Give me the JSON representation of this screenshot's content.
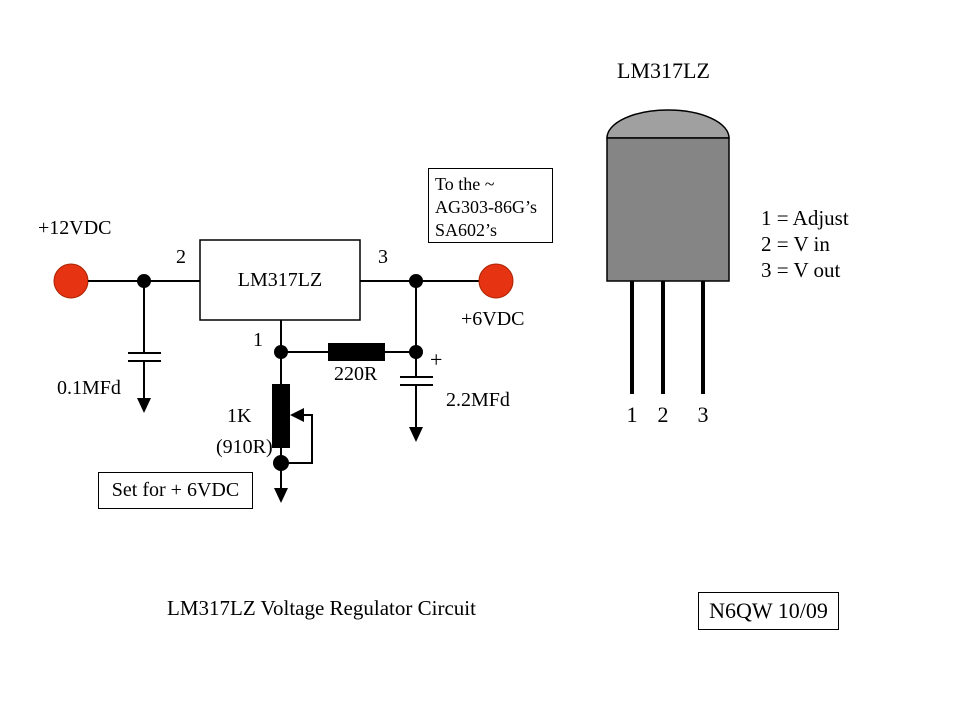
{
  "colors": {
    "terminal_red": "#e63312",
    "terminal_red_edge": "#aa2200",
    "package_body": "#858585",
    "package_dome": "#a0a0a0",
    "wire": "#000000"
  },
  "schematic": {
    "input_label": "+12VDC",
    "input_cap_label": "0.1MFd",
    "pin2_label": "2",
    "pin3_label": "3",
    "pin1_label": "1",
    "regulator_label": "LM317LZ",
    "note_box": {
      "line1": "To the ~",
      "line2": "AG303-86G’s",
      "line3": "SA602’s"
    },
    "output_label": "+6VDC",
    "resistor_label": "220R",
    "cap_plus_label": "+",
    "output_cap_label": "2.2MFd",
    "pot_label": "1K",
    "pot_sub_label": "(910R)",
    "set_box_label": "Set for + 6VDC"
  },
  "package": {
    "title": "LM317LZ",
    "pin1": "1",
    "pin2": "2",
    "pin3": "3",
    "legend_line1": "1 = Adjust",
    "legend_line2": "2 = V in",
    "legend_line3": "3 = V out"
  },
  "footer": {
    "title": "LM317LZ Voltage Regulator Circuit",
    "credit": "N6QW 10/09"
  }
}
